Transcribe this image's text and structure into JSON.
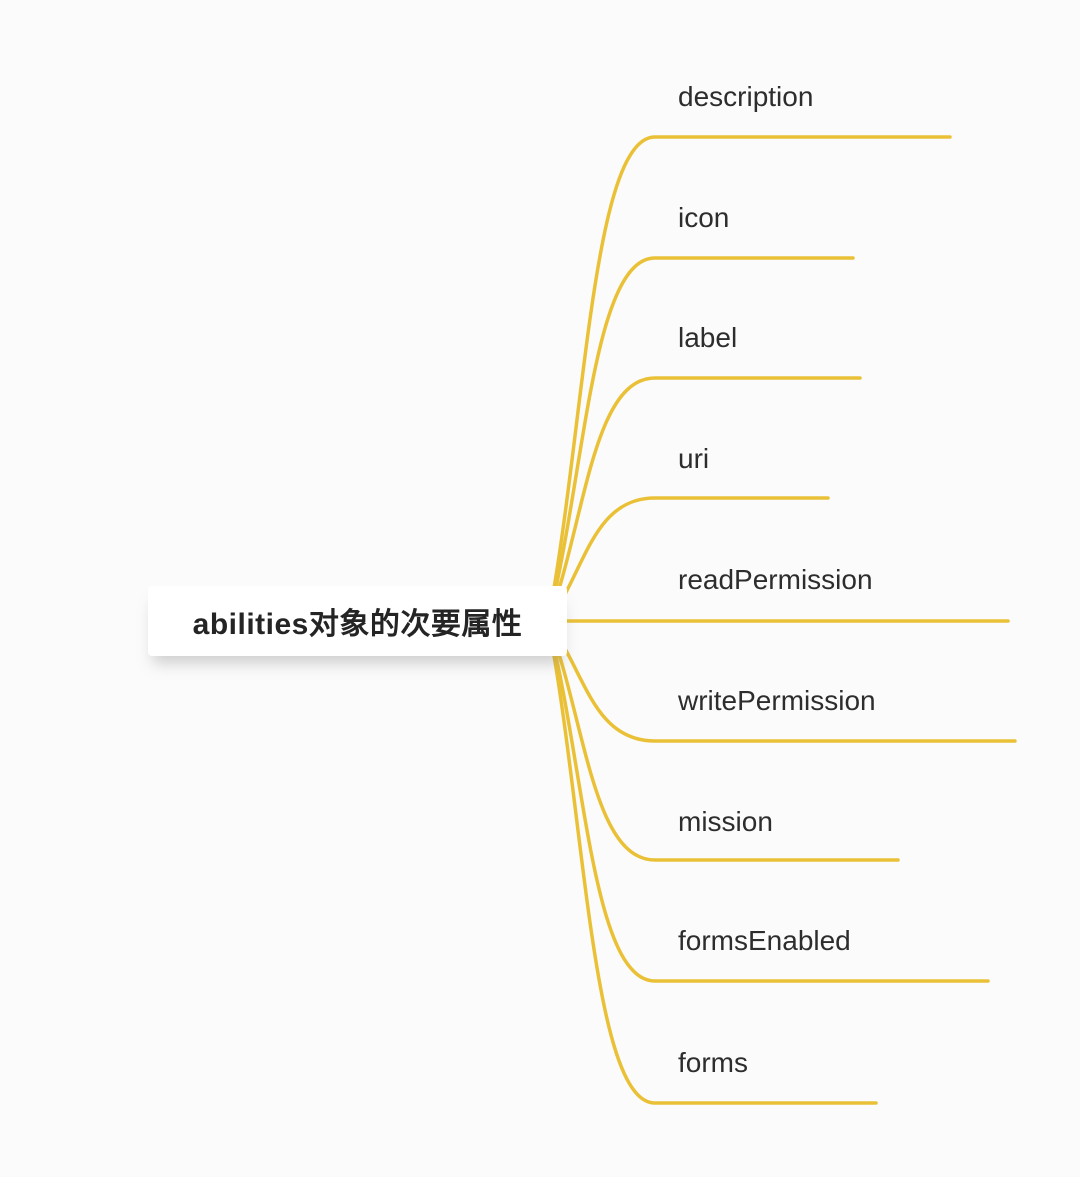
{
  "diagram": {
    "type": "mindmap",
    "root": {
      "label": "abilities对象的次要属性"
    },
    "branches": [
      {
        "label": "description"
      },
      {
        "label": "icon"
      },
      {
        "label": "label"
      },
      {
        "label": "uri"
      },
      {
        "label": "readPermission"
      },
      {
        "label": "writePermission"
      },
      {
        "label": "mission"
      },
      {
        "label": "formsEnabled"
      },
      {
        "label": "forms"
      }
    ],
    "colors": {
      "branch_line": "#EAC136",
      "label_text": "#2d2d2d",
      "node_background": "#ffffff",
      "page_background": "#fbfbfc"
    }
  }
}
